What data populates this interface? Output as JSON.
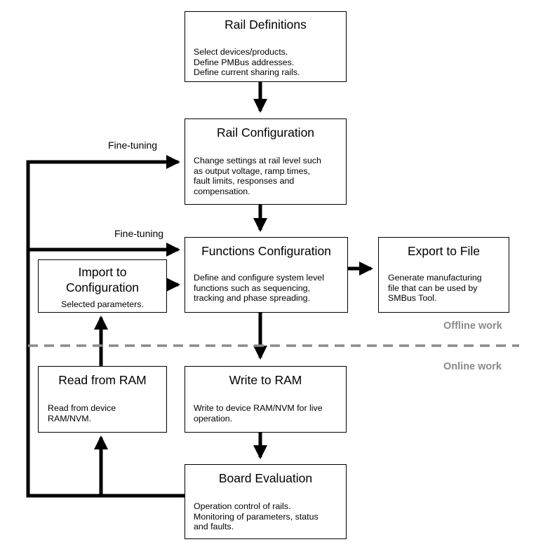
{
  "boxes": {
    "rail_definitions": {
      "title": "Rail Definitions",
      "body": "Select devices/products.\nDefine PMBus addresses.\nDefine current sharing rails."
    },
    "rail_configuration": {
      "title": "Rail Configuration",
      "body": "Change settings at rail level such\nas output voltage, ramp times,\nfault limits, responses and\ncompensation."
    },
    "functions_configuration": {
      "title": "Functions Configuration",
      "body": "Define and configure system level\nfunctions such as sequencing,\ntracking and phase spreading."
    },
    "export_to_file": {
      "title": "Export to File",
      "body": "Generate manufacturing\nfile that can be used by\nSMBus Tool."
    },
    "import_to_configuration": {
      "title_line1": "Import to",
      "title_line2": "Configuration",
      "body": "Selected parameters."
    },
    "read_from_ram": {
      "title": "Read from RAM",
      "body": "Read from device\nRAM/NVM."
    },
    "write_to_ram": {
      "title": "Write to RAM",
      "body": "Write to device RAM/NVM for live\noperation."
    },
    "board_evaluation": {
      "title": "Board Evaluation",
      "body": "Operation control of rails.\nMonitoring of parameters, status\nand faults."
    }
  },
  "labels": {
    "fine_tuning_1": "Fine-tuning",
    "fine_tuning_2": "Fine-tuning",
    "offline_work": "Offline work",
    "online_work": "Online work"
  },
  "colors": {
    "divider": "#8a8a8a",
    "zone_text": "#8a8a8a",
    "lines": "#000000"
  }
}
